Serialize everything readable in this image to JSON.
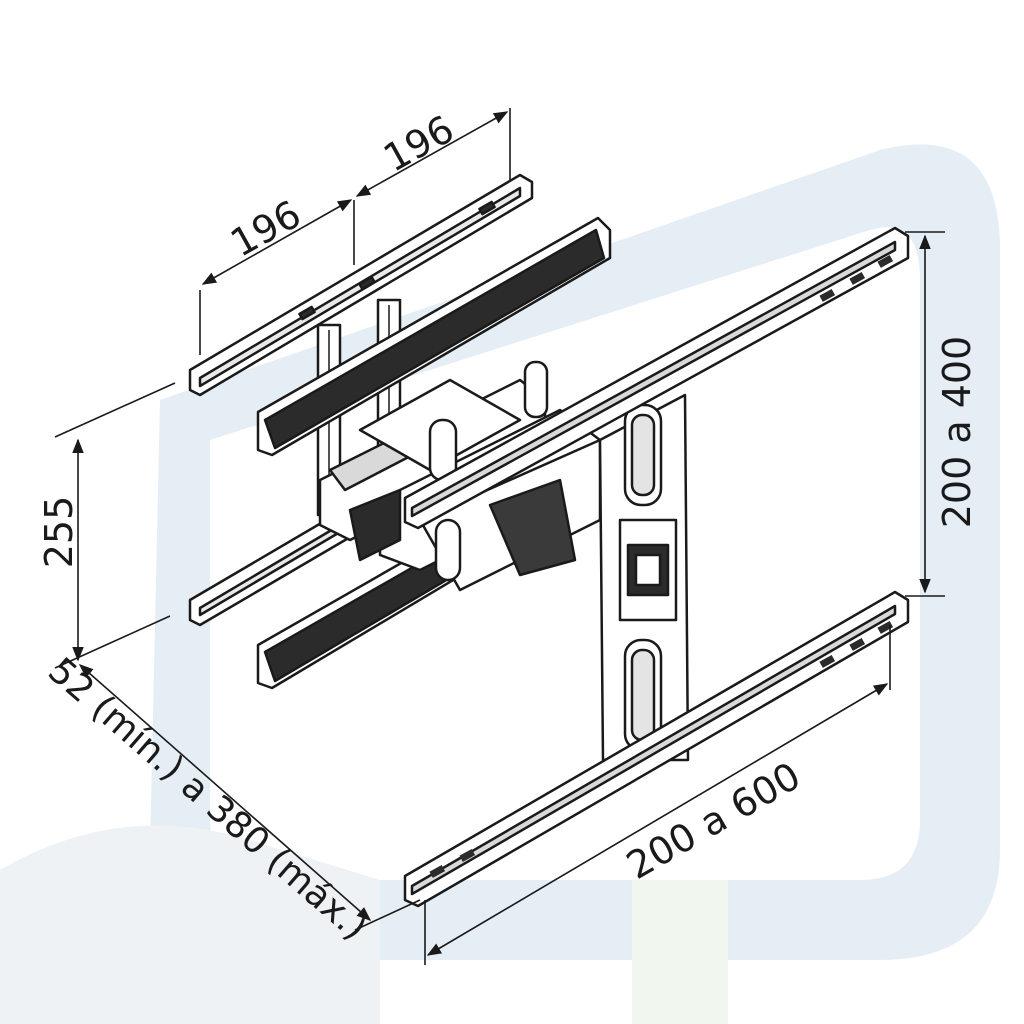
{
  "dimensions": {
    "top_left_width": "196",
    "top_right_width": "196",
    "wall_plate_height": "255",
    "arm_extension": "52 (mín.) a 380 (máx.)",
    "vesa_horizontal": "200 a 600",
    "vesa_vertical": "200 a 400"
  },
  "colors": {
    "line": "#1a1a1a",
    "metal": "#ffffff",
    "shadow": "#2b2b2b",
    "watermark_blue": "#e6eef5",
    "watermark_green": "#f1f6ee"
  }
}
